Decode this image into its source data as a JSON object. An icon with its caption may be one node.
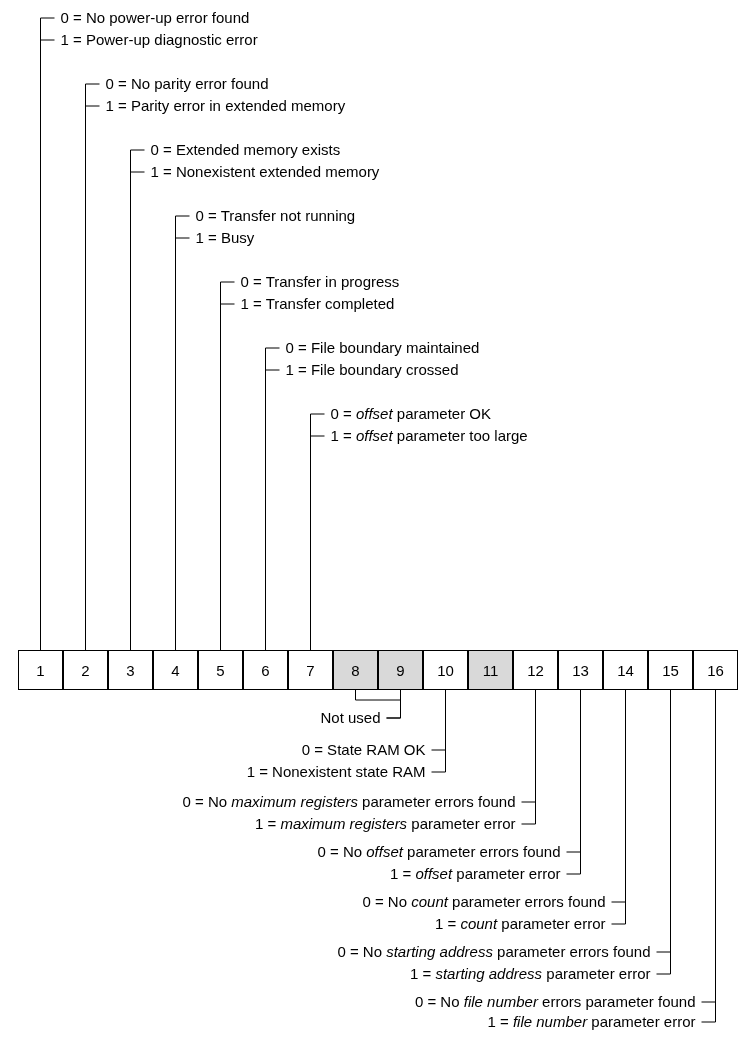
{
  "diagram": {
    "nodes": [
      {
        "text": [
          "1"
        ]
      },
      {
        "text": [
          "2"
        ]
      },
      {
        "text": [
          "3"
        ]
      },
      {
        "text": [
          "4"
        ]
      },
      {
        "text": [
          "5"
        ]
      },
      {
        "text": [
          "6"
        ]
      },
      {
        "text": [
          "7"
        ]
      },
      {
        "text": [
          "8"
        ]
      },
      {
        "text": [
          "9"
        ]
      },
      {
        "text": [
          "10"
        ]
      },
      {
        "text": [
          "11"
        ]
      },
      {
        "text": [
          "12"
        ]
      },
      {
        "text": [
          "13"
        ]
      },
      {
        "text": [
          "14"
        ]
      },
      {
        "text": [
          "15"
        ]
      },
      {
        "text": [
          "16"
        ]
      },
      {
        "text": [
          "0 = No power-up error found"
        ]
      },
      {
        "text": [
          "1 = Power-up diagnostic error"
        ]
      },
      {
        "text": [
          "0 = No parity error found"
        ]
      },
      {
        "text": [
          "1 = Parity error in extended memory"
        ]
      },
      {
        "text": [
          "0 = Extended memory exists"
        ]
      },
      {
        "text": [
          "1 = Nonexistent extended memory"
        ]
      },
      {
        "text": [
          "0 = Transfer not running"
        ]
      },
      {
        "text": [
          "1 = Busy"
        ]
      },
      {
        "text": [
          "0 = Transfer in progress"
        ]
      },
      {
        "text": [
          "1 = Transfer completed"
        ]
      },
      {
        "text": [
          "0 = File boundary maintained"
        ]
      },
      {
        "text": [
          "1 = File boundary crossed"
        ]
      },
      {
        "text": [
          "0 = *offset* parameter OK"
        ]
      },
      {
        "text": [
          "1 = *offset* parameter too large"
        ]
      },
      {
        "text": [
          "Not used"
        ]
      },
      {
        "text": [
          "0 = State RAM OK"
        ]
      },
      {
        "text": [
          "1 = Nonexistent state RAM"
        ]
      },
      {
        "text": [
          "0 = No *maximum registers* parameter errors found"
        ]
      },
      {
        "text": [
          "1 = *maximum registers* parameter error"
        ]
      },
      {
        "text": [
          "0 = No *offset* parameter errors found"
        ]
      },
      {
        "text": [
          "1 = *offset* parameter error"
        ]
      },
      {
        "text": [
          "0 = No *count* parameter errors found"
        ]
      },
      {
        "text": [
          "1 = *count* parameter error"
        ]
      },
      {
        "text": [
          "0 = No *starting address* parameter errors found"
        ]
      },
      {
        "text": [
          "1 = *starting address* parameter error"
        ]
      },
      {
        "text": [
          "0 = No *file number* errors parameter found"
        ]
      },
      {
        "text": [
          "1 = *file number* parameter error"
        ]
      }
    ],
    "edges": [
      {
        "from": 16,
        "to": 0,
        "arrow": "none"
      },
      {
        "from": 17,
        "to": 0,
        "arrow": "none"
      },
      {
        "from": 18,
        "to": 1,
        "arrow": "none"
      },
      {
        "from": 19,
        "to": 1,
        "arrow": "none"
      },
      {
        "from": 20,
        "to": 2,
        "arrow": "none"
      },
      {
        "from": 21,
        "to": 2,
        "arrow": "none"
      },
      {
        "from": 22,
        "to": 3,
        "arrow": "none"
      },
      {
        "from": 23,
        "to": 3,
        "arrow": "none"
      },
      {
        "from": 24,
        "to": 4,
        "arrow": "none"
      },
      {
        "from": 25,
        "to": 4,
        "arrow": "none"
      },
      {
        "from": 26,
        "to": 5,
        "arrow": "none"
      },
      {
        "from": 27,
        "to": 5,
        "arrow": "none"
      },
      {
        "from": 28,
        "to": 6,
        "arrow": "none"
      },
      {
        "from": 29,
        "to": 6,
        "arrow": "none"
      },
      {
        "from": 30,
        "to": 7,
        "arrow": "none"
      },
      {
        "from": 30,
        "to": 8,
        "arrow": "none"
      },
      {
        "from": 31,
        "to": 9,
        "arrow": "none"
      },
      {
        "from": 32,
        "to": 9,
        "arrow": "none"
      },
      {
        "from": 33,
        "to": 11,
        "arrow": "none"
      },
      {
        "from": 34,
        "to": 11,
        "arrow": "none"
      },
      {
        "from": 35,
        "to": 12,
        "arrow": "none"
      },
      {
        "from": 36,
        "to": 12,
        "arrow": "none"
      },
      {
        "from": 37,
        "to": 13,
        "arrow": "none"
      },
      {
        "from": 38,
        "to": 13,
        "arrow": "none"
      },
      {
        "from": 39,
        "to": 14,
        "arrow": "none"
      },
      {
        "from": 40,
        "to": 14,
        "arrow": "none"
      },
      {
        "from": 41,
        "to": 15,
        "arrow": "none"
      },
      {
        "from": 42,
        "to": 15,
        "arrow": "none"
      }
    ]
  }
}
